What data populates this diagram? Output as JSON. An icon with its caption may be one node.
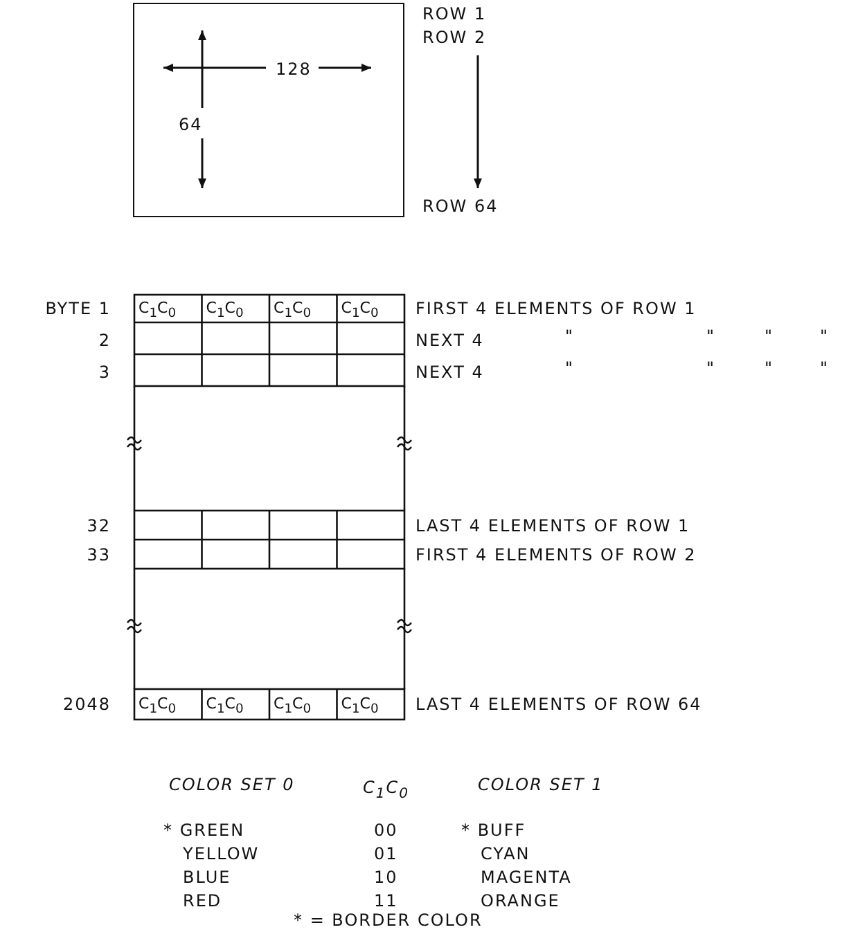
{
  "diagram": {
    "nodes": [
      {
        "text": [
          "128",
          "64"
        ]
      }
    ],
    "edges": [],
    "labels": [
      "ROW 1",
      "ROW 2",
      "ROW 64",
      "BYTE 1",
      "C$_{1}$C$_{0}$",
      "C$_{1}$C$_{0}$",
      "C$_{1}$C$_{0}$",
      "C$_{1}$C$_{0}$",
      "FIRST 4 ELEMENTS OF ROW 1",
      "2",
      "NEXT 4",
      "\"",
      "\"",
      "\"",
      "\"",
      "3",
      "NEXT 4",
      "\"",
      "\"",
      "\"",
      "\"",
      "32",
      "LAST 4 ELEMENTS OF ROW 1",
      "33",
      "FIRST 4 ELEMENTS OF ROW 2",
      "2048",
      "C$_{1}$C$_{0}$",
      "C$_{1}$C$_{0}$",
      "C$_{1}$C$_{0}$",
      "C$_{1}$C$_{0}$",
      "LAST 4 ELEMENTS OF ROW 64",
      "COLOR SET 0",
      "C$_{1}$C$_{0}$",
      "COLOR SET 1",
      "* GREEN",
      "00",
      "* BUFF",
      "YELLOW",
      "01",
      "CYAN",
      "BLUE",
      "10",
      "MAGENTA",
      "RED",
      "11",
      "ORANGE",
      "* = BORDER COLOR"
    ]
  }
}
